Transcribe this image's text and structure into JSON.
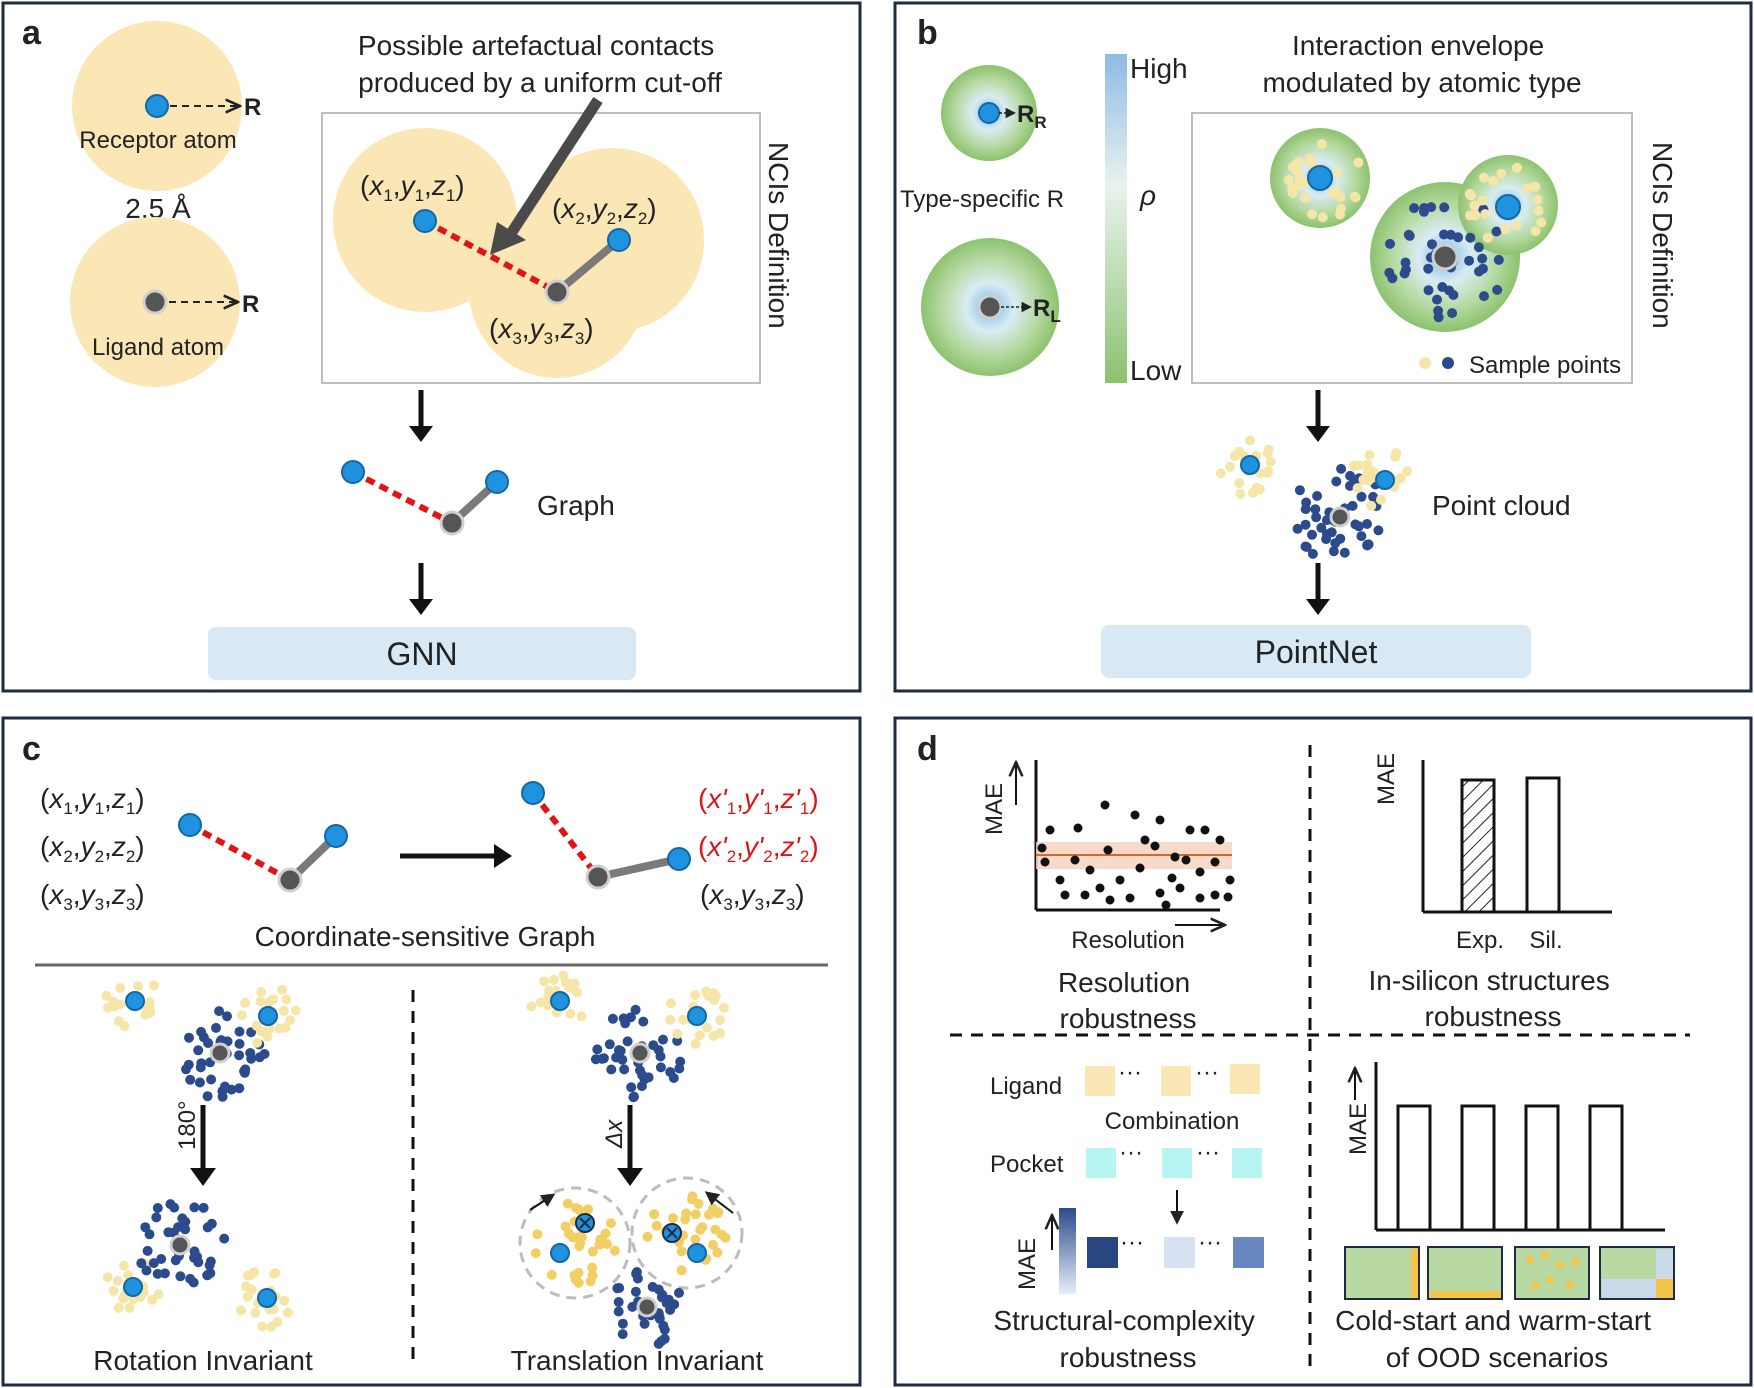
{
  "panels": {
    "a": {
      "letter": "a",
      "receptor_label": "Receptor atom",
      "ligand_label": "Ligand atom",
      "R": "R",
      "distance": "2.5 Å",
      "caption": "Possible artefactual contacts\nproduced by a uniform cut-off",
      "ncis": "NCIs Definition",
      "coord1": {
        "a": "x",
        "b": "y",
        "c": "z",
        "i": "1"
      },
      "coord2": {
        "a": "x",
        "b": "y",
        "c": "z",
        "i": "2"
      },
      "coord3": {
        "a": "x",
        "b": "y",
        "c": "z",
        "i": "3"
      },
      "graph_label": "Graph",
      "model": "GNN"
    },
    "b": {
      "letter": "b",
      "RR": "R",
      "RR_sub": "R",
      "RL": "R",
      "RL_sub": "L",
      "type_specific": "Type-specific R",
      "high": "High",
      "low": "Low",
      "rho": "ρ",
      "caption": "Interaction envelope\nmodulated by atomic type",
      "ncis": "NCIs Definition",
      "sample_points": "Sample points",
      "point_cloud": "Point cloud",
      "model": "PointNet"
    },
    "c": {
      "letter": "c",
      "left_coords": [
        "(x1,y1,z1)",
        "(x2,y2,z2)",
        "(x3,y3,z3)"
      ],
      "right_coords": [
        "(x'1,y'1,z'1)",
        "(x'2,y'2,z'2)",
        "(x3,y3,z3)"
      ],
      "graph_title": "Coordinate-sensitive Graph",
      "rotation_angle": "180°",
      "translation": "Δx",
      "rotation_label": "Rotation Invariant",
      "translation_label": "Translation  Invariant"
    },
    "d": {
      "letter": "d",
      "mae": "MAE",
      "resolution_axis": "Resolution",
      "resolution_title": "Resolution\nrobustness",
      "exp": "Exp.",
      "sil": "Sil.",
      "silicon_title": "In-silicon structures\nrobustness",
      "ligand": "Ligand",
      "combination": "Combination",
      "pocket": "Pocket",
      "ellipsis": "···",
      "complexity_title": "Structural-complexity\nrobustness",
      "ood_title": "Cold-start and warm-start\nof OOD scenarios"
    }
  },
  "colors": {
    "frame": "#1f2a44",
    "halo": "#fbe7b5",
    "blue_atom": "#1f93e0",
    "gray_atom": "#555555",
    "dashed_bond": "#e01414",
    "navy_point": "#2b4b8c",
    "cream_point": "#f5e6a8",
    "model_box": "#d8e8f4"
  }
}
